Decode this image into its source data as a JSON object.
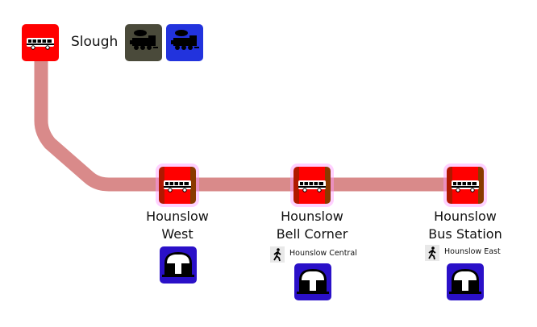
{
  "origin": {
    "name": "Slough",
    "mode_icon": "bus-icon",
    "connections": [
      {
        "icon": "steam-train-icon",
        "color": "#4a4a3a"
      },
      {
        "icon": "steam-train-icon",
        "color": "#2233dd"
      }
    ]
  },
  "route_color": "#d98a8a",
  "stops": [
    {
      "line1": "Hounslow",
      "line2": "West",
      "transfer": null
    },
    {
      "line1": "Hounslow",
      "line2": "Bell Corner",
      "transfer": "Hounslow Central"
    },
    {
      "line1": "Hounslow",
      "line2": "Bus Station",
      "transfer": "Hounslow East"
    }
  ]
}
